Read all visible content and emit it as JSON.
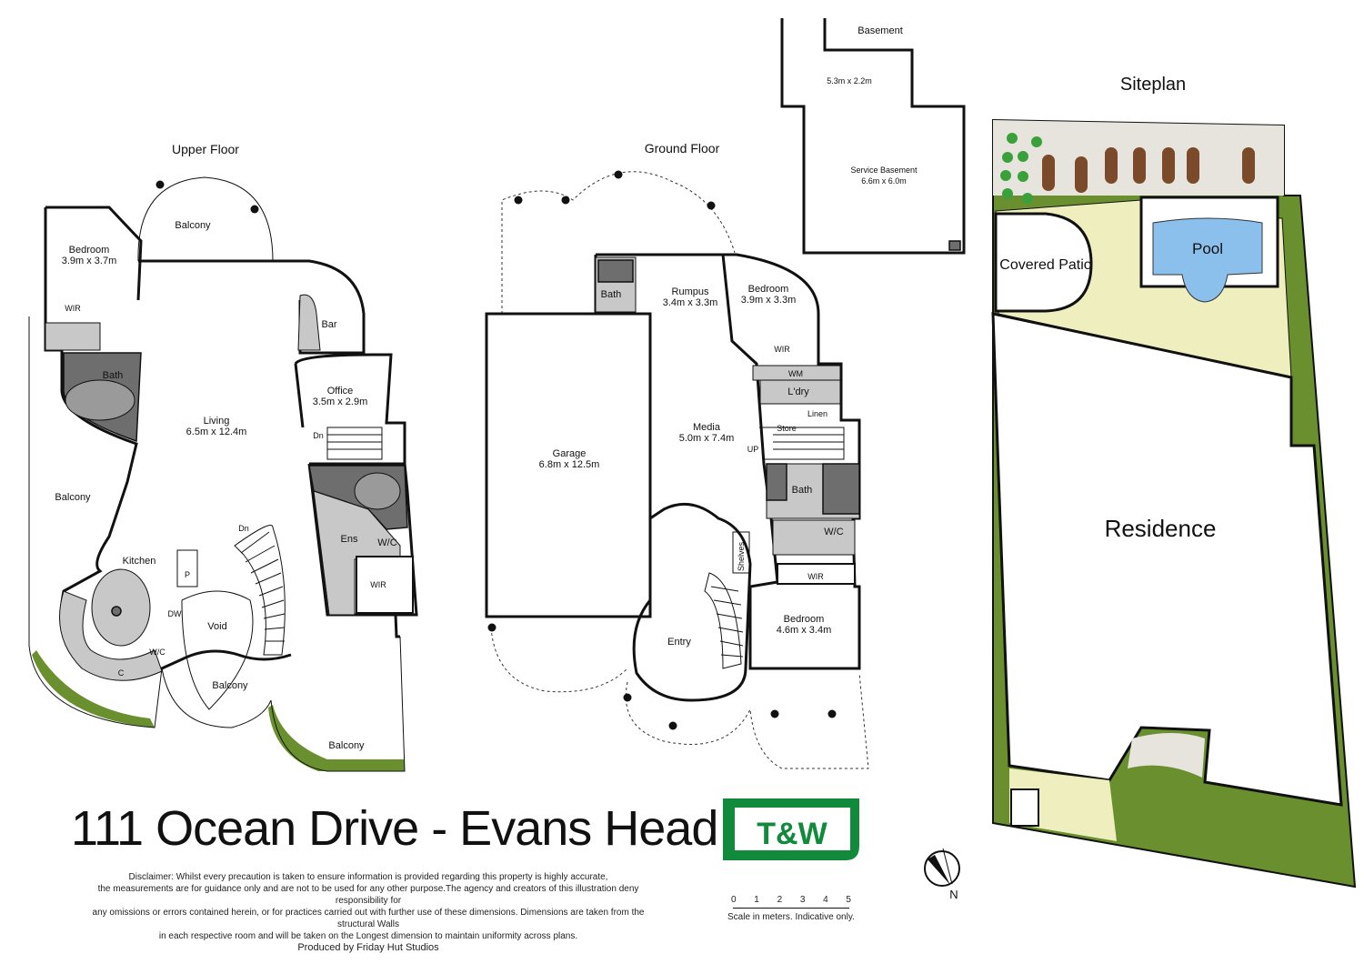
{
  "title": "111 Ocean Drive - Evans Head",
  "disclaimer": {
    "lines": [
      "Disclaimer: Whilst every precaution is taken to ensure information is provided regarding this property is highly accurate,",
      "the measurements are for guidance only and are not to be used for any other purpose.The agency and creators of this illustration deny responsibility for",
      "any omissions or errors contained herein, or for practices carried out with further use of these dimensions. Dimensions are taken from the structural Walls",
      "in each respective room and will be taken on the Longest dimension to maintain uniformity across plans."
    ],
    "produced_by": "Produced by Friday Hut Studios"
  },
  "logo": {
    "text": "T&W",
    "color": "#118a3c"
  },
  "scale": {
    "ticks": [
      "0",
      "1",
      "2",
      "3",
      "4",
      "5"
    ],
    "caption": "Scale in meters. Indicative only."
  },
  "compass": {
    "label": "N"
  },
  "upper_floor": {
    "heading": "Upper Floor",
    "balcony_top": "Balcony",
    "bedroom": {
      "name": "Bedroom",
      "size": "3.9m x 3.7m"
    },
    "wir": "WIR",
    "bath": "Bath",
    "living": {
      "name": "Living",
      "size": "6.5m x 12.4m"
    },
    "bar": "Bar",
    "office": {
      "name": "Office",
      "size": "3.5m x 2.9m"
    },
    "dn1": "Dn",
    "balcony_left": "Balcony",
    "ens": "Ens",
    "wc": "W/C",
    "wir2": "WIR",
    "kitchen": "Kitchen",
    "pantry": "P",
    "dw": "DW",
    "void": "Void",
    "dn2": "Dn",
    "wc2": "W/C",
    "c": "C",
    "balcony_bottom": "Balcony",
    "balcony_br": "Balcony"
  },
  "ground_floor": {
    "heading": "Ground Floor",
    "bath": "Bath",
    "rumpus": {
      "name": "Rumpus",
      "size": "3.4m x 3.3m"
    },
    "bedroom1": {
      "name": "Bedroom",
      "size": "3.9m x 3.3m"
    },
    "wir1": "WIR",
    "wm": "WM",
    "laundry": "L'dry",
    "linen": "Linen",
    "store": "Store",
    "up": "UP",
    "garage": {
      "name": "Garage",
      "size": "6.8m x 12.5m"
    },
    "media": {
      "name": "Media",
      "size": "5.0m x 7.4m"
    },
    "bath2": "Bath",
    "wc": "W/C",
    "wir2": "WIR",
    "bedroom2": {
      "name": "Bedroom",
      "size": "4.6m x 3.4m"
    },
    "shelves": "Shelves",
    "entry": "Entry"
  },
  "basement": {
    "heading": "Basement",
    "room": "5.3m x 2.2m",
    "service": {
      "name": "Service Basement",
      "size": "6.6m x 6.0m"
    }
  },
  "siteplan": {
    "heading": "Siteplan",
    "patio": "Covered Patio",
    "pool": "Pool",
    "residence": "Residence",
    "colors": {
      "grass": "#6a8f2e",
      "paving": "#eeeebf",
      "pool": "#8cc0ec",
      "gravel": "#e6e4dc"
    }
  }
}
